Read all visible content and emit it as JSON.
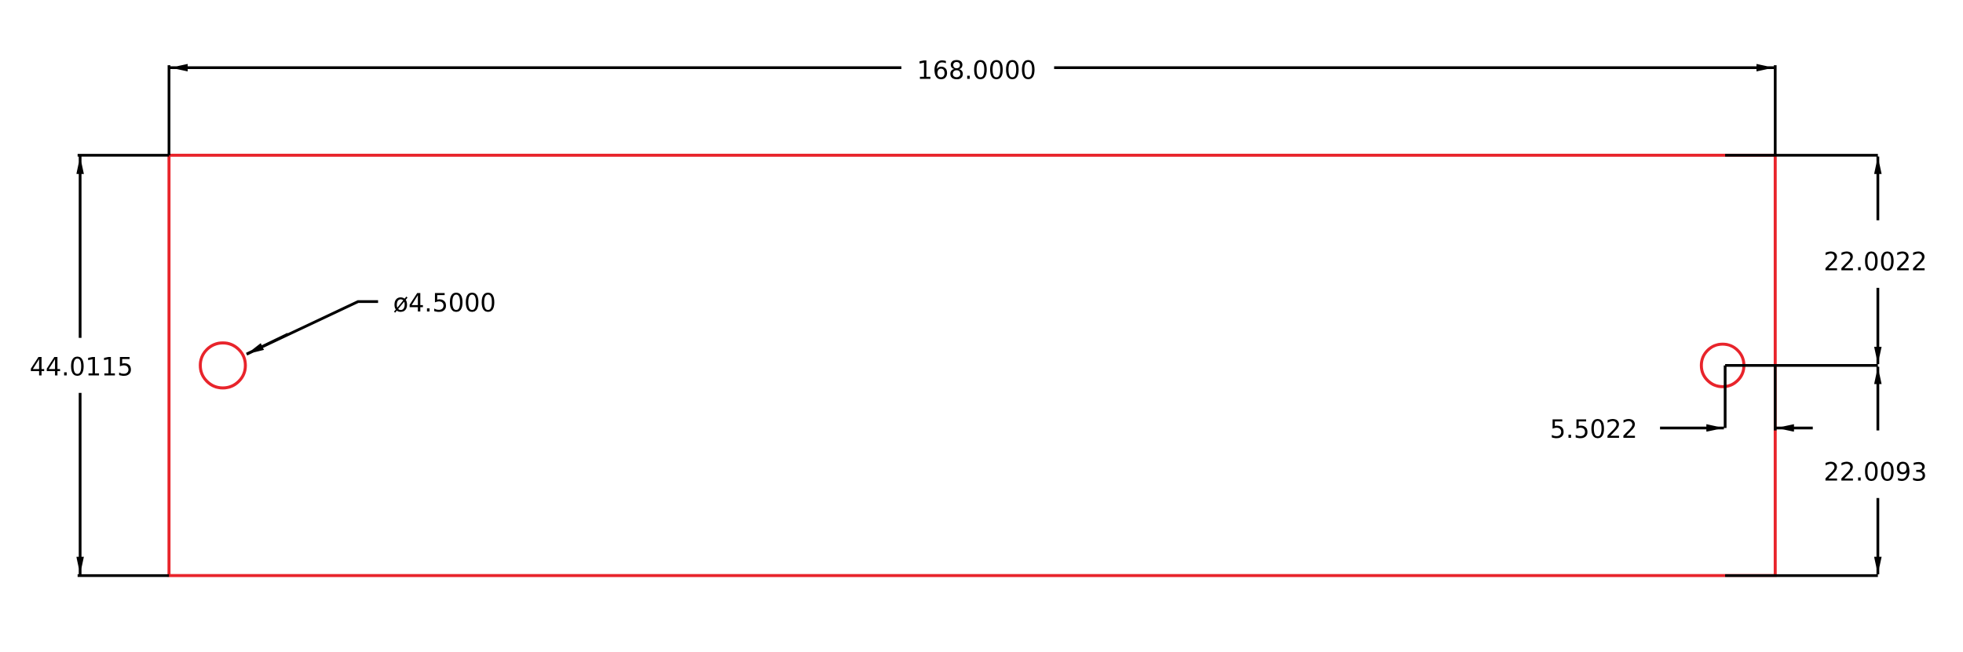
{
  "dimensions": {
    "overall_length": "168.0000",
    "overall_height": "44.0115",
    "hole_diameter": "ø4.5000",
    "upper_offset": "22.0022",
    "lower_offset": "22.0093",
    "hole_edge_offset": "5.5022"
  },
  "colors": {
    "geometry": "#e8242b",
    "dimension": "#000000"
  }
}
